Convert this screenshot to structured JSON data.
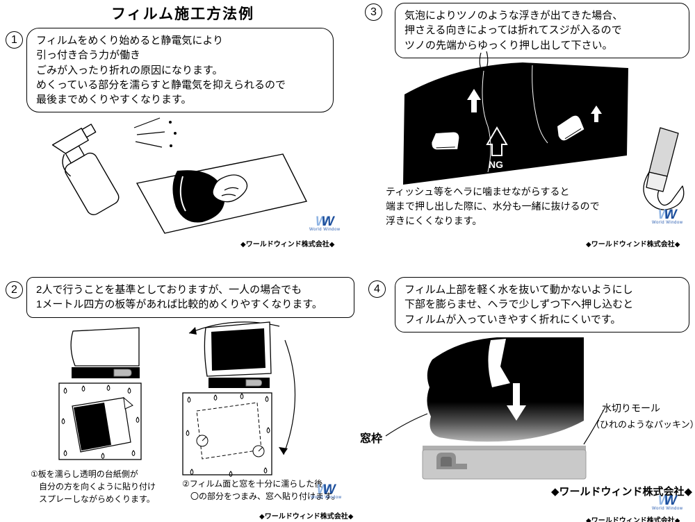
{
  "page": {
    "title": "フィルム施工方法例"
  },
  "logo": {
    "mark": "W",
    "subtext": "World Window",
    "company": "◆ワールドウィンド株式会社◆"
  },
  "steps": {
    "s1": {
      "num": "1",
      "text": "フィルムをめくり始めると静電気により\n引っ付き合う力が働き\nごみが入ったり折れの原因になります。\nめくっている部分を濡らすと静電気を抑えられるので\n最後までめくりやすくなります。"
    },
    "s2": {
      "num": "2",
      "text": "2人で行うことを基準としておりますが、一人の場合でも\n1メートル四方の板等があれば比較的めくりやすくなります。",
      "caption1": "①板を濡らし透明の台紙側が\n　自分の方を向くように貼り付け\n　スプレーしながらめくります。",
      "caption2": "②フィルム面と窓を十分に濡らした後\n　〇の部分をつまみ、窓へ貼り付けます。"
    },
    "s3": {
      "num": "3",
      "text": "気泡によりツノのような浮きが出てきた場合、\n押さえる向きによっては折れてスジが入るので\nツノの先端からゆっくり押し出して下さい。",
      "ng": "NG",
      "note": "ティッシュ等をヘラに噛ませながらすると\n端まで押し出した際に、水分も一緒に抜けるので\n浮きにくくなります。"
    },
    "s4": {
      "num": "4",
      "text": "フィルム上部を軽く水を抜いて動かないようにし\n下部を膨らませ、ヘラで少しずつ下へ押し込むと\nフィルムが入っていきやすく折れにくいです。",
      "window_frame": "窓枠",
      "molding": "水切りモール",
      "molding_sub": "（ひれのようなパッキン）"
    }
  }
}
